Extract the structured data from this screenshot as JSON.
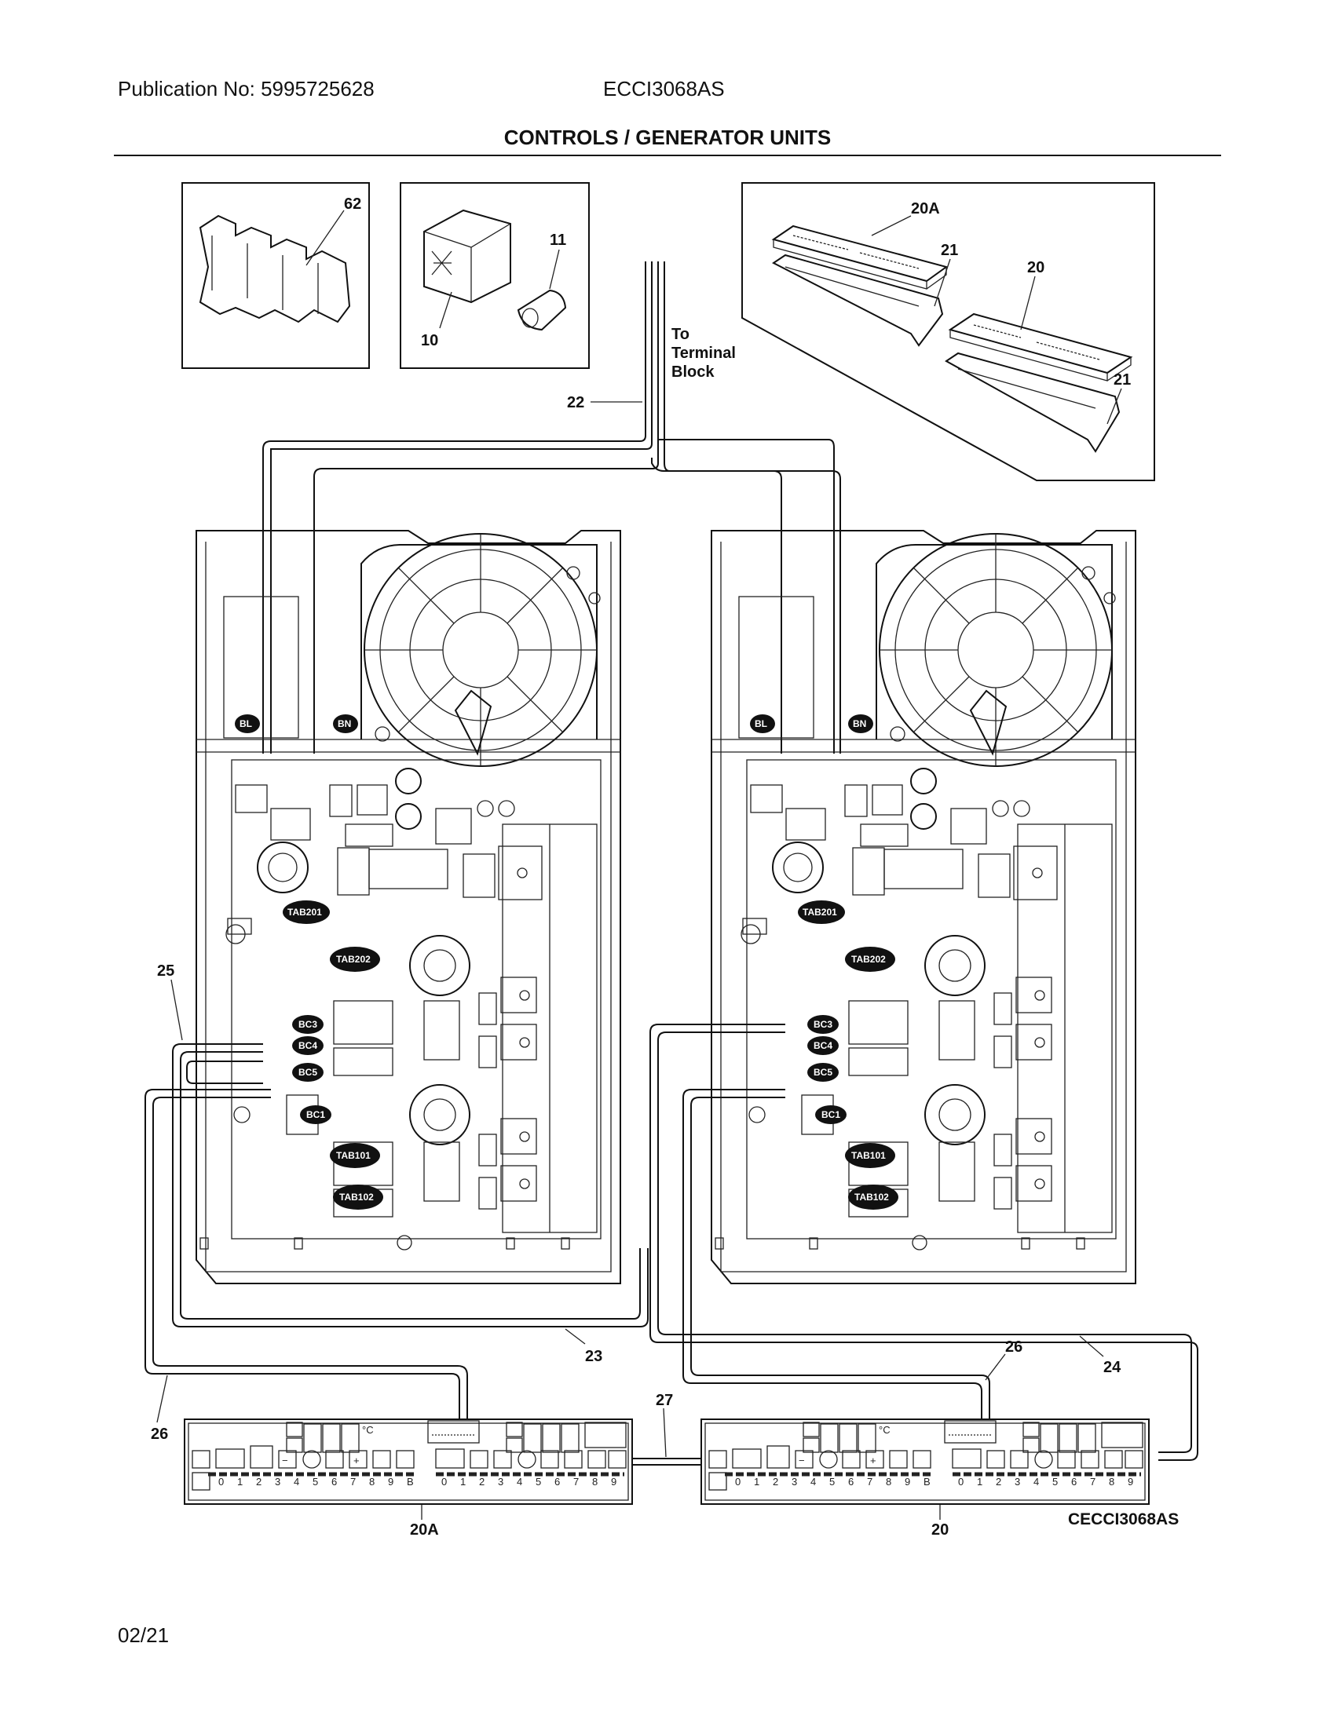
{
  "header": {
    "publication": "Publication No: 5995725628",
    "model": "ECCI3068AS",
    "title": "CONTROLS / GENERATOR UNITS"
  },
  "footer": {
    "date": "02/21",
    "diagram_code": "CECCI3068AS"
  },
  "callouts": {
    "p62": "62",
    "p11": "11",
    "p10": "10",
    "p20A": "20A",
    "p21a": "21",
    "p20": "20",
    "p21b": "21",
    "p22": "22",
    "p25": "25",
    "p23": "23",
    "p24": "24",
    "p26a": "26",
    "p26b": "26",
    "p27": "27",
    "p20A_bottom": "20A",
    "p20_bottom": "20"
  },
  "terminal_note": {
    "line1": "To",
    "line2": "Terminal",
    "line3": "Block"
  },
  "connector_tags": {
    "bl": "BL",
    "bn": "BN",
    "tab201": "TAB201",
    "tab202": "TAB202",
    "bc3": "BC3",
    "bc4": "BC4",
    "bc5": "BC5",
    "bc1": "BC1",
    "tab101": "TAB101",
    "tab102": "TAB102"
  },
  "control_panel": {
    "keys_row": [
      "0",
      "1",
      "2",
      "3",
      "4",
      "5",
      "6",
      "7",
      "8",
      "9",
      "B"
    ],
    "degree": "°C",
    "minus": "−",
    "plus": "+"
  }
}
